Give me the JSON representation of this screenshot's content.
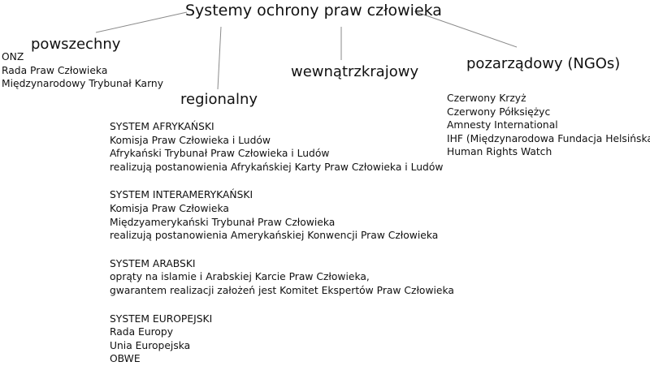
{
  "title": "Systemy ochrony praw człowieka",
  "branches": {
    "powszechny": {
      "label": "powszechny",
      "items": [
        "ONZ",
        "Rada Praw Człowieka",
        "Międzynarodowy Trybunał Karny"
      ]
    },
    "regionalny": {
      "label": "regionalny",
      "groups": [
        {
          "heading": "SYSTEM AFRYKAŃSKI",
          "lines": [
            "Komisja Praw Człowieka i Ludów",
            "Afrykański Trybunał Praw Człowieka i Ludów",
            "realizują postanowienia Afrykańskiej Karty Praw Człowieka i Ludów"
          ]
        },
        {
          "heading": "SYSTEM INTERAMERYKAŃSKI",
          "lines": [
            "Komisja Praw Człowieka",
            "Międzyamerykański Trybunał Praw Człowieka",
            "realizują postanowienia Amerykańskiej Konwencji Praw Człowieka"
          ]
        },
        {
          "heading": "SYSTEM ARABSKI",
          "lines": [
            "oprąty na islamie i Arabskiej Karcie Praw Człowieka,",
            "gwarantem realizacji założeń jest Komitet Ekspertów Praw Człowieka"
          ]
        },
        {
          "heading": "SYSTEM EUROPEJSKI",
          "lines": [
            "Rada Europy",
            "Unia Europejska",
            "OBWE"
          ]
        }
      ]
    },
    "wewnatrzkrajowy": {
      "label": "wewnątrzkrajowy"
    },
    "pozarzadowy": {
      "label": "pozarządowy (NGOs)",
      "items": [
        "Czerwony Krzyż",
        "Czerwony Półksiężyc",
        "Amnesty International",
        "IHF (Międzynarodowa Fundacja Helsińska)",
        "Human Rights Watch"
      ]
    }
  }
}
